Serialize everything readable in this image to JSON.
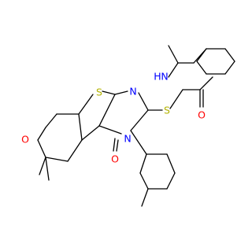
{
  "figure": {
    "kind": "chemical-structure",
    "background": "#ffffff",
    "bond_color": "#000000"
  },
  "atom_labels": {
    "ring_oxygen": "O",
    "thiophene_sulfur": "S",
    "pyrimidine_n_upper": "N",
    "pyrimidine_n_lower": "N",
    "carbonyl_oxygen_ring": "O",
    "thioether_sulfur": "S",
    "amide_oxygen": "O",
    "amide_nh": "N",
    "amide_h": "H"
  },
  "colors": {
    "O": "#ff0000",
    "S": "#b2b200",
    "N": "#0000ff"
  }
}
